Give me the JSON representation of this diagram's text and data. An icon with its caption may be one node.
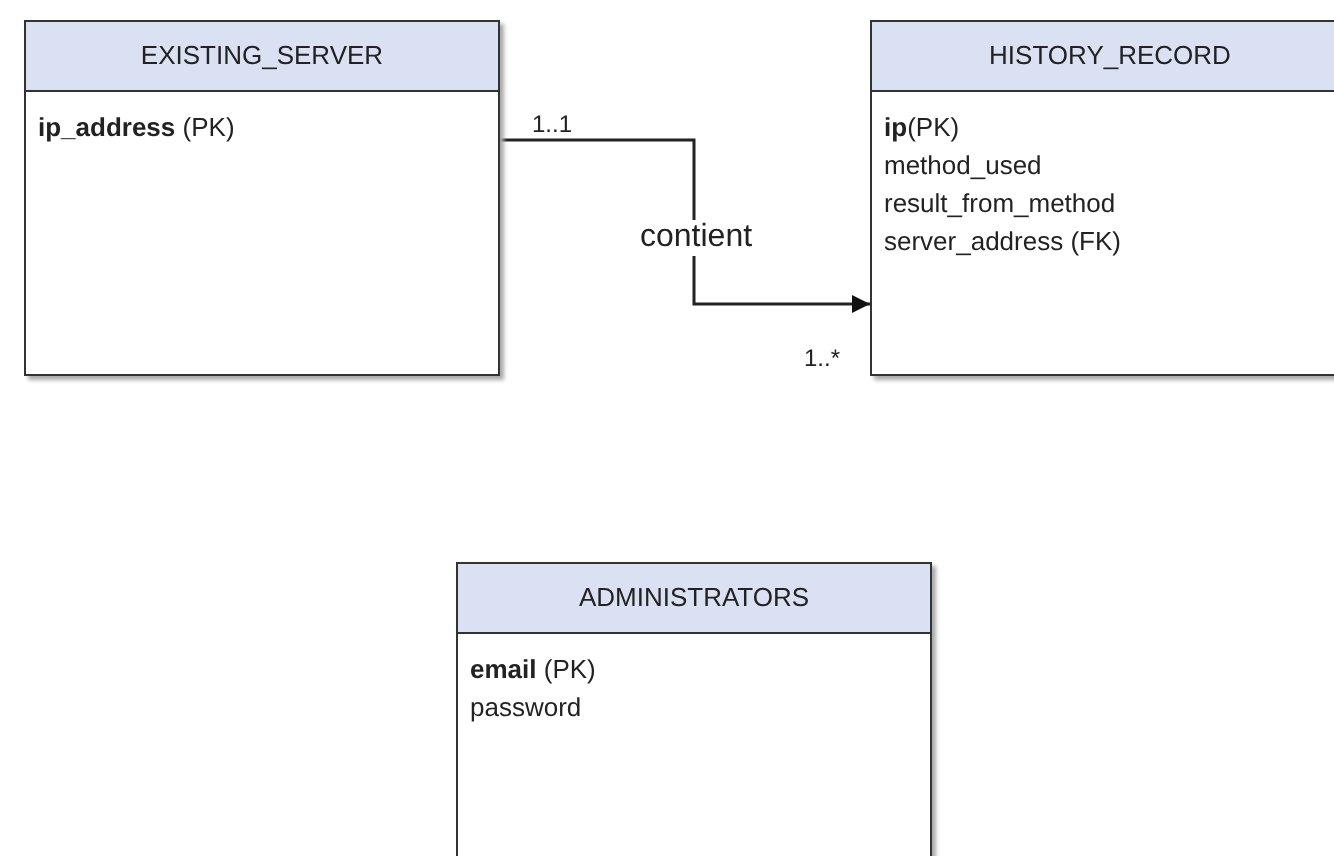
{
  "diagram": {
    "nodes": [
      {
        "text": [
          "EXISTING_SERVER",
          "**ip_address** (PK)"
        ]
      },
      {
        "text": [
          "HISTORY_RECORD",
          "**ip**(PK)",
          "method_used",
          "result_from_method",
          "server_address (FK)"
        ]
      },
      {
        "text": [
          "ADMINISTRATORS",
          "**email** (PK)",
          "password"
        ]
      }
    ],
    "edges": [
      {
        "from": 0,
        "to": 1,
        "arrow": "to",
        "label": "contient"
      }
    ],
    "labels": [
      "1..1",
      "1..*"
    ]
  }
}
